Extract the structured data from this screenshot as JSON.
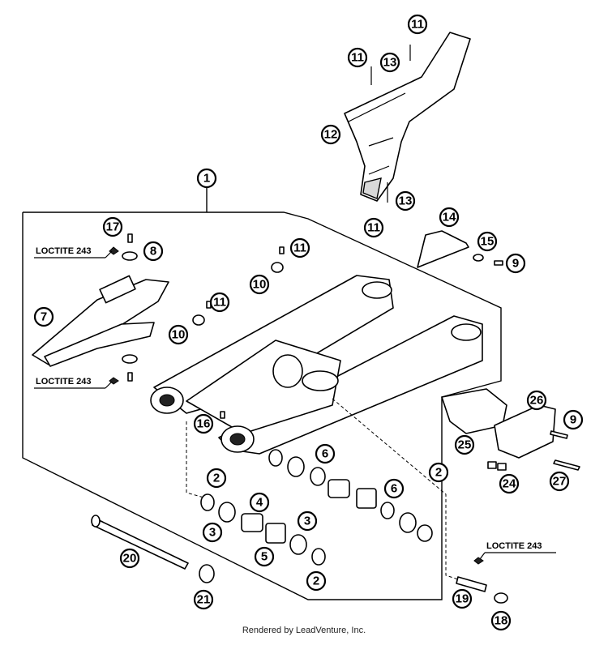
{
  "diagram": {
    "callouts": [
      "1",
      "2",
      "2",
      "2",
      "3",
      "3",
      "4",
      "5",
      "6",
      "6",
      "7",
      "8",
      "9",
      "9",
      "10",
      "10",
      "11",
      "11",
      "11",
      "11",
      "11",
      "12",
      "13",
      "13",
      "14",
      "15",
      "16",
      "17",
      "18",
      "19",
      "20",
      "21",
      "24",
      "25",
      "26",
      "27"
    ],
    "loctite_label": "LOCTITE 243",
    "footer": "Rendered by LeadVenture, Inc."
  }
}
